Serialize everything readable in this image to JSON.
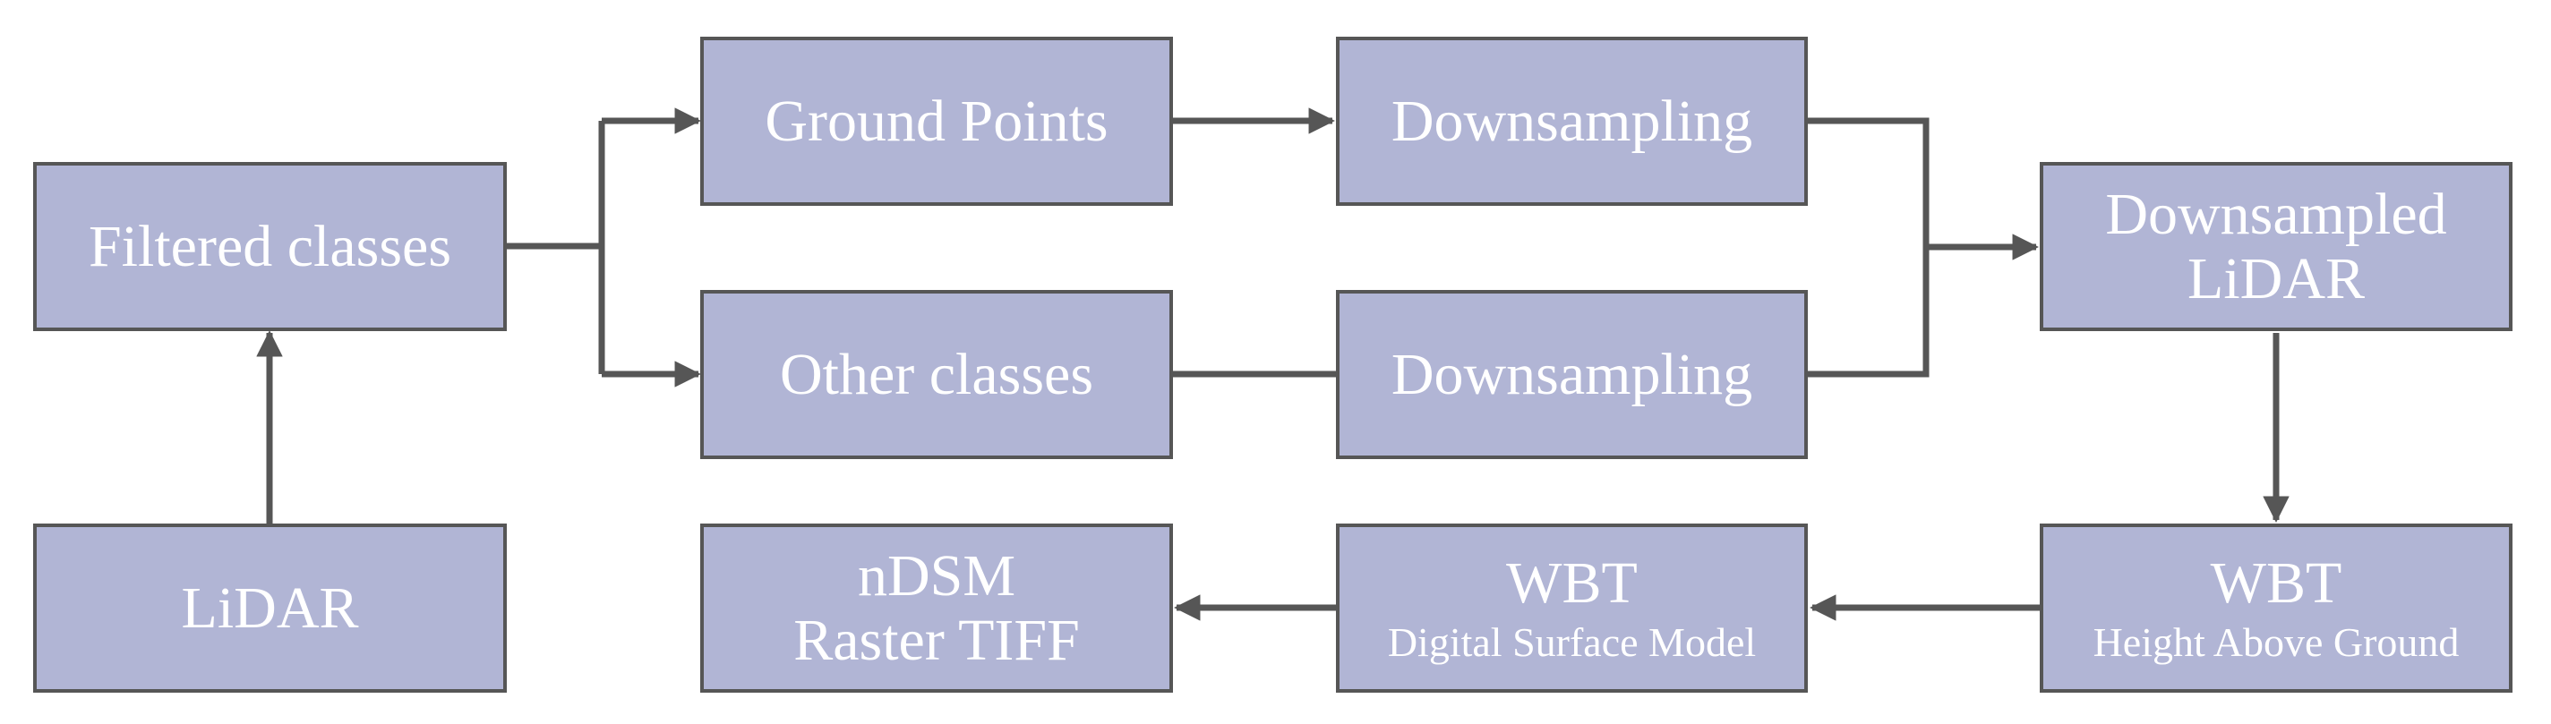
{
  "colors": {
    "box_fill": "#b1b5d5",
    "box_border": "#565656",
    "arrow": "#565656",
    "text": "#ffffff"
  },
  "nodes": {
    "lidar": {
      "lines": [
        "LiDAR"
      ]
    },
    "filtered_classes": {
      "lines": [
        "Filtered classes"
      ]
    },
    "ground_points": {
      "lines": [
        "Ground Points"
      ]
    },
    "other_classes": {
      "lines": [
        "Other classes"
      ]
    },
    "downsampling_top": {
      "lines": [
        "Downsampling"
      ]
    },
    "downsampling_bottom": {
      "lines": [
        "Downsampling"
      ]
    },
    "downsampled_lidar": {
      "lines": [
        "Downsampled",
        "LiDAR"
      ]
    },
    "wbt_hag": {
      "title": "WBT",
      "subtitle": "Height Above Ground"
    },
    "wbt_dsm": {
      "title": "WBT",
      "subtitle": "Digital Surface Model"
    },
    "ndsm": {
      "lines": [
        "nDSM",
        "Raster TIFF"
      ]
    }
  }
}
